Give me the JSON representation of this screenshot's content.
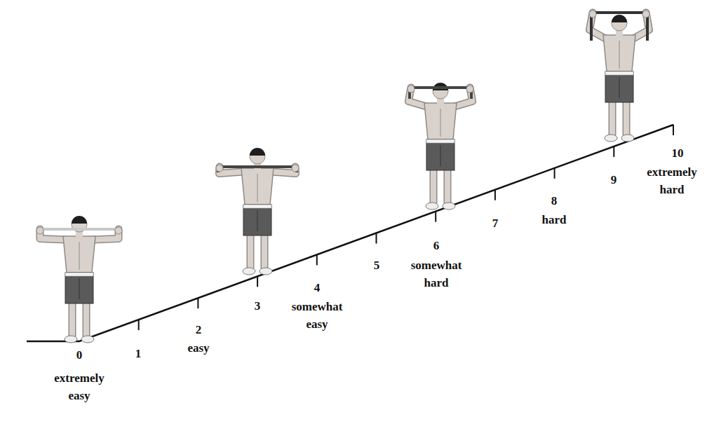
{
  "diagram": {
    "labels": [
      "0",
      "extremely easy",
      "1",
      "2",
      "easy",
      "3",
      "4",
      "somewhat easy",
      "5",
      "6",
      "somewhat hard",
      "7",
      "8",
      "hard",
      "9",
      "10",
      "extremely hard"
    ]
  }
}
